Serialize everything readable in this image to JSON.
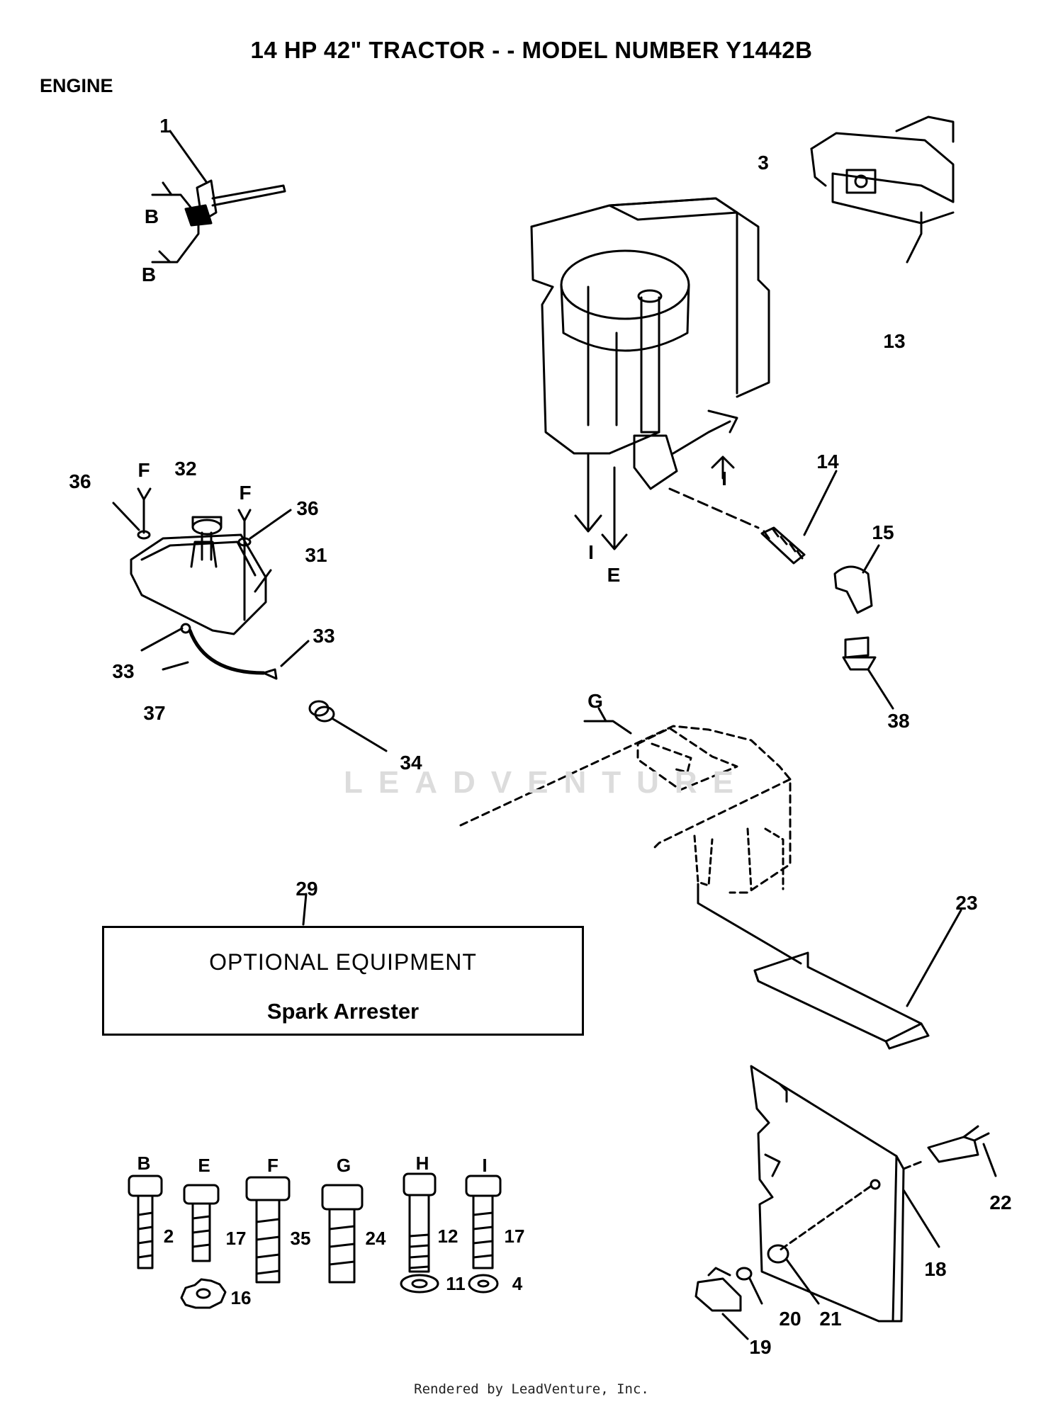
{
  "title": "14 HP 42\" TRACTOR - - MODEL NUMBER Y1442B",
  "section": "ENGINE",
  "callouts": [
    "1",
    "3",
    "13",
    "14",
    "15",
    "38",
    "36",
    "32",
    "36",
    "31",
    "33",
    "33",
    "37",
    "34",
    "23",
    "29",
    "22",
    "18",
    "21",
    "20",
    "19"
  ],
  "letter_tags": [
    "B",
    "B",
    "F",
    "F",
    "I",
    "E",
    "I",
    "G"
  ],
  "optional_equipment": {
    "heading": "OPTIONAL EQUIPMENT",
    "item": "Spark Arrester"
  },
  "hardware": [
    {
      "letter": "B",
      "part": "2"
    },
    {
      "letter": "E",
      "part": "17",
      "washer": "16"
    },
    {
      "letter": "F",
      "part": "35"
    },
    {
      "letter": "G",
      "part": "24"
    },
    {
      "letter": "H",
      "part": "12",
      "washer": "11"
    },
    {
      "letter": "I",
      "part": "17",
      "washer": "4"
    }
  ],
  "watermark": "LEADVENTURE",
  "footer": "Rendered by LeadVenture, Inc."
}
